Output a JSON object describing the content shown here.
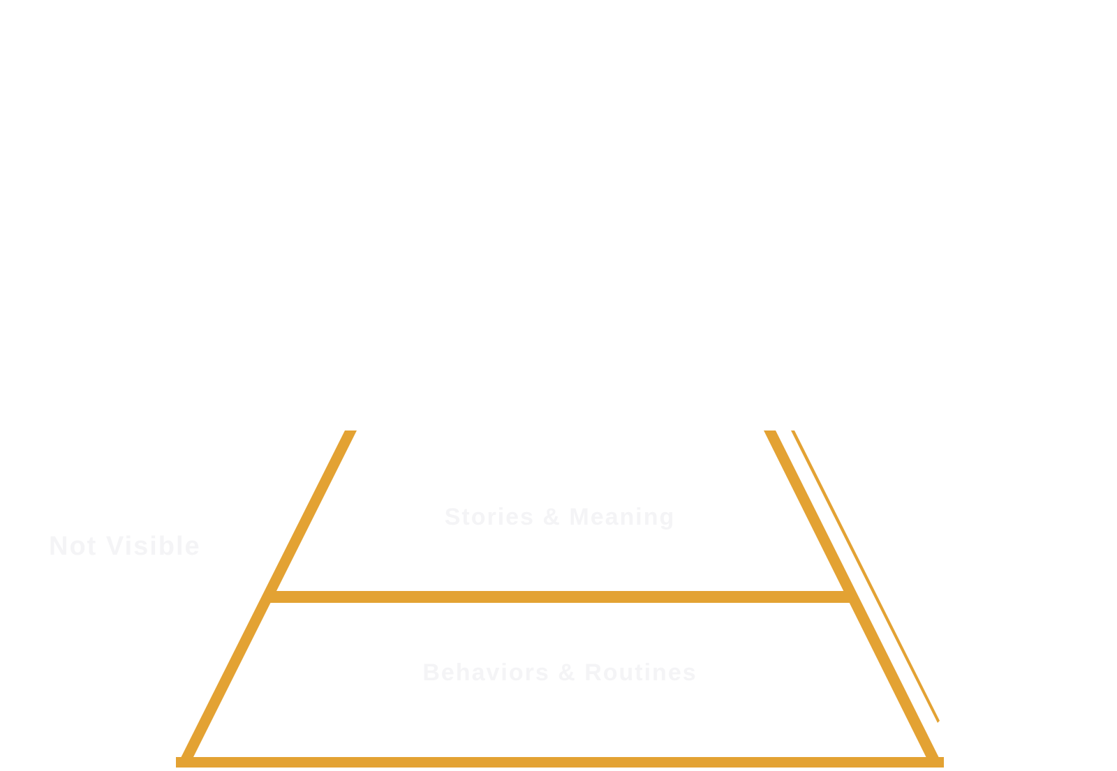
{
  "diagram": {
    "colors": {
      "stroke": "#E3A233",
      "faint_text": "#F4F4F6",
      "background": "#FFFFFF"
    },
    "levels": [
      {
        "label": "Stories & Meaning"
      },
      {
        "label": "Behaviors & Routines"
      }
    ],
    "side_label": "Not Visible"
  }
}
